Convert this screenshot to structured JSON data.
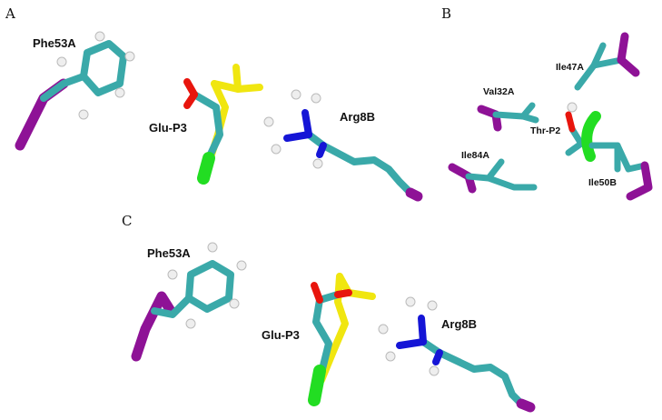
{
  "panels": {
    "A": {
      "letter": "A",
      "labels": {
        "phe": "Phe53A",
        "glu": "Glu-P3",
        "arg": "Arg8B"
      }
    },
    "B": {
      "letter": "B",
      "labels": {
        "ile47": "Ile47A",
        "val32": "Val32A",
        "thr": "Thr-P2",
        "ile84": "Ile84A",
        "ile50": "Ile50B"
      }
    },
    "C": {
      "letter": "C",
      "labels": {
        "phe": "Phe53A",
        "glu": "Glu-P3",
        "arg": "Arg8B"
      }
    }
  },
  "colors": {
    "carbon": "#3aa9a9",
    "backbone": "#8e1296",
    "oxygen": "#e8150d",
    "nitrogen": "#1515d6",
    "hydrogen": "#eeeeee",
    "sulfur_like": "#f0e610",
    "peptide": "#22dd22"
  }
}
